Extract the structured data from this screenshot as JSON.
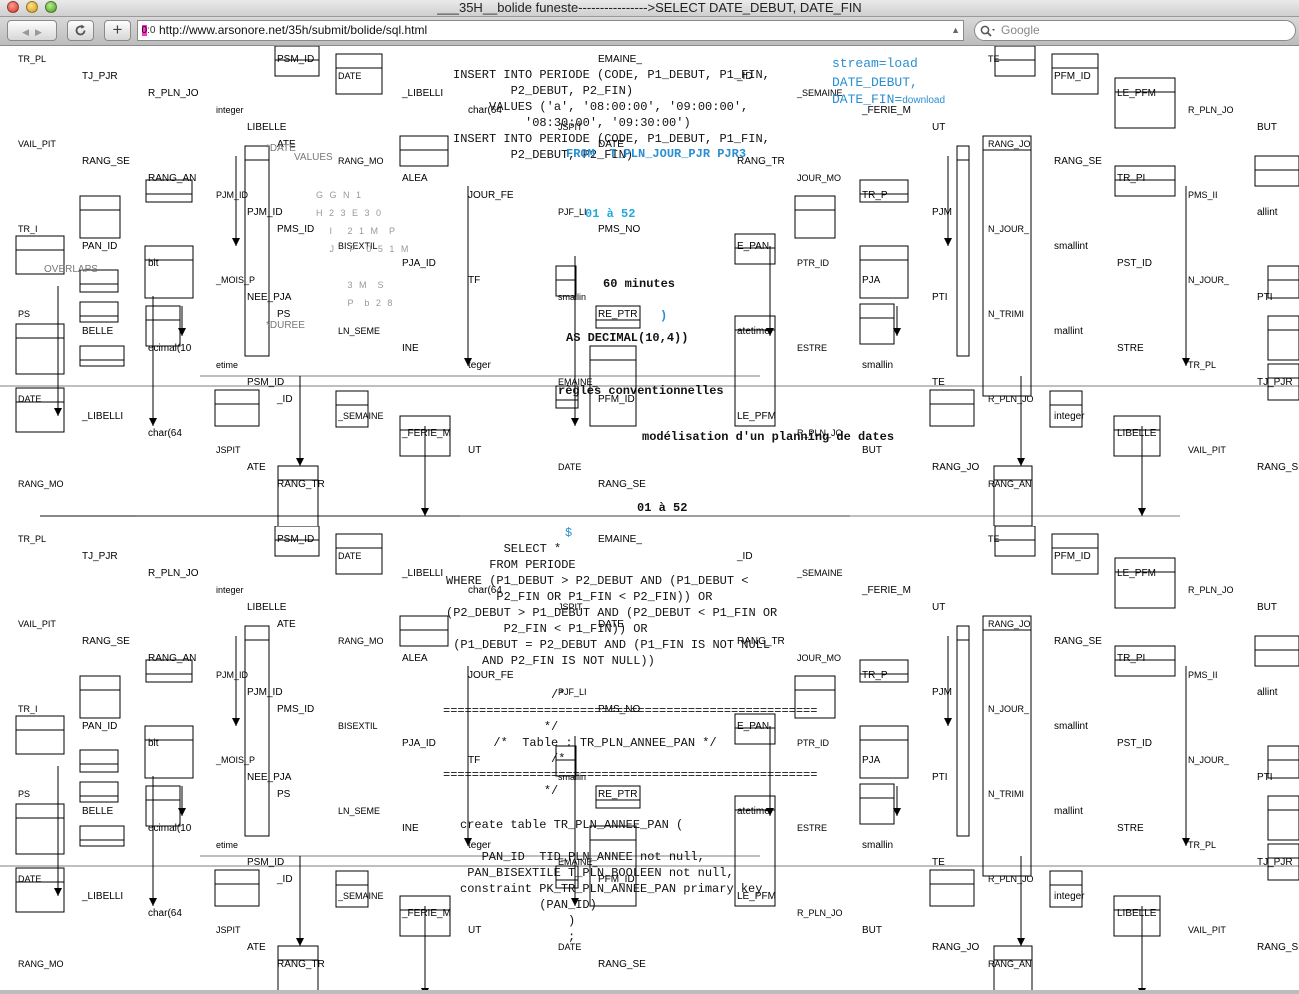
{
  "window": {
    "title": "___35H__bolide funeste---------------->SELECT DATE_DEBUT, DATE_FIN"
  },
  "toolbar": {
    "back_label": "◀",
    "forward_label": "▶",
    "reload_label": "C",
    "add_label": "+",
    "url": "http://www.arsonore.net/35h/submit/bolide/sql.html",
    "favicon_text": "0:0",
    "search_placeholder": "Google"
  },
  "page": {
    "insert_block": "INSERT INTO PERIODE (CODE, P1_DEBUT, P1_FIN,\n        P2_DEBUT, P2_FIN)\n     VALUES ('a', '08:00:00', '09:00:00',\n          '08:30:00', '09:30:00')\nINSERT INTO PERIODE (CODE, P1_DEBUT, P1_FIN,\n        P2_DEBUT, P2_FIN)",
    "stream_line1": "stream=load",
    "stream_line2": "DATE_DEBUT,",
    "stream_line3": "DATE_FIN=",
    "stream_download": "download",
    "from_line": "FROM  T_PLN_JOUR_PJR PJR3",
    "range_1": "01 à 52",
    "minutes": "60 minutes",
    "paren": ")",
    "decimal": "AS DECIMAL(10,4))",
    "regles": "règles conventionnelles",
    "modelisation": "modélisation d'un planning de dates",
    "range_2": "01 à 52",
    "dollar": "$",
    "select_block": "        SELECT *\n      FROM PERIODE\nWHERE (P1_DEBUT > P2_DEBUT AND (P1_DEBUT <\n       P2_FIN OR P1_FIN < P2_FIN)) OR\n(P2_DEBUT > P1_DEBUT AND (P2_DEBUT < P1_FIN OR\n        P2_FIN < P1_FIN)) OR\n (P1_DEBUT = P2_DEBUT AND (P1_FIN IS NOT NULL\n     AND P2_FIN IS NOT NULL))",
    "comment_block": "               /*\n====================================================\n              */\n       /*  Table : TR_PLN_ANNEE_PAN */\n               /*\n====================================================\n              */",
    "create_block": "create table TR_PLN_ANNEE_PAN (\n\n   PAN_ID  TID_PLN_ANNEE not null,\n PAN_BISEXTILE T_PLN_BOOLEEN not null,\nconstraint PK_TR_PLN_ANNEE_PAN primary key\n           (PAN_ID)\n               )\n               ;",
    "overlay_date": "*DATE",
    "overlay_values": "VALUES",
    "overlay_overlaps": "OVERLAPS",
    "overlay_duree": "*DUREE",
    "overlay_grid": "G G N 1\nH 2 3 E 3 0\n   I   2 1 M  P\n   J   P  0 5 1 M\n\n       3 M  S\n       P  b 2 8"
  },
  "diagram_labels": [
    "TR_PL",
    "PSM_ID",
    "EMAINE_",
    "TE",
    "TJ_PJR",
    "DATE",
    "_ID",
    "PFM_ID",
    "R_PLN_JO",
    "_LIBELLI",
    "_SEMAINE",
    "LE_PFM",
    "integer",
    "char(64",
    "_FERIE_M",
    "R_PLN_JO",
    "LIBELLE",
    "JSPIT",
    "UT",
    "BUT",
    "VAIL_PIT",
    "ATE",
    "DATE",
    "RANG_JO",
    "RANG_SE",
    "RANG_MO",
    "RANG_TR",
    "RANG_SE",
    "RANG_AN",
    "ALEA",
    "JOUR_MO",
    "TR_PI",
    "PJM_ID",
    "JOUR_FE",
    "TR_P",
    "PMS_II",
    "PJM_ID",
    "PJF_LI",
    "PJM",
    "allint",
    "TR_I",
    "PMS_ID",
    "PMS_NO",
    "N_JOUR_",
    "PAN_ID",
    "BISEXTIL",
    "E_PAN",
    "smallint",
    "bit",
    "PJA_ID",
    "PTR_ID",
    "PST_ID",
    "_MOIS_P",
    "TF",
    "PJA",
    "N_JOUR_",
    "NEE_PJA",
    "smallin",
    "PTI",
    "PTI",
    "PS",
    "PS",
    "RE_PTR",
    "N_TRIMI",
    "BELLE",
    "LN_SEME",
    "atetime",
    "mallint",
    "ecimal(10",
    "INE",
    "ESTRE",
    "STRE",
    "etime",
    "teger",
    "smallin"
  ]
}
